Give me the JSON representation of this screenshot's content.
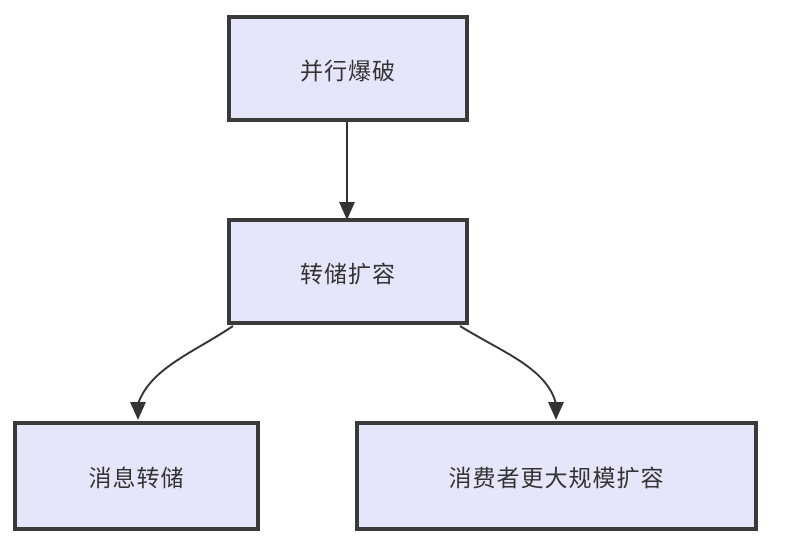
{
  "diagram": {
    "type": "flowchart",
    "direction": "top-down",
    "nodes": [
      {
        "id": "parallel-burst",
        "label": "并行爆破"
      },
      {
        "id": "dump-expansion",
        "label": "转储扩容"
      },
      {
        "id": "message-dump",
        "label": "消息转储"
      },
      {
        "id": "consumer-larger-scale-expansion",
        "label": "消费者更大规模扩容"
      }
    ],
    "edges": [
      {
        "from": "并行爆破",
        "to": "转储扩容",
        "style": "straight-arrow"
      },
      {
        "from": "转储扩容",
        "to": "消息转储",
        "style": "curved-arrow"
      },
      {
        "from": "转储扩容",
        "to": "消费者更大规模扩容",
        "style": "curved-arrow"
      }
    ],
    "colors": {
      "node_fill": "#e6e6fa",
      "node_border": "#3a3a3a",
      "arrow": "#333333",
      "text": "#333333",
      "background": "#ffffff"
    }
  }
}
